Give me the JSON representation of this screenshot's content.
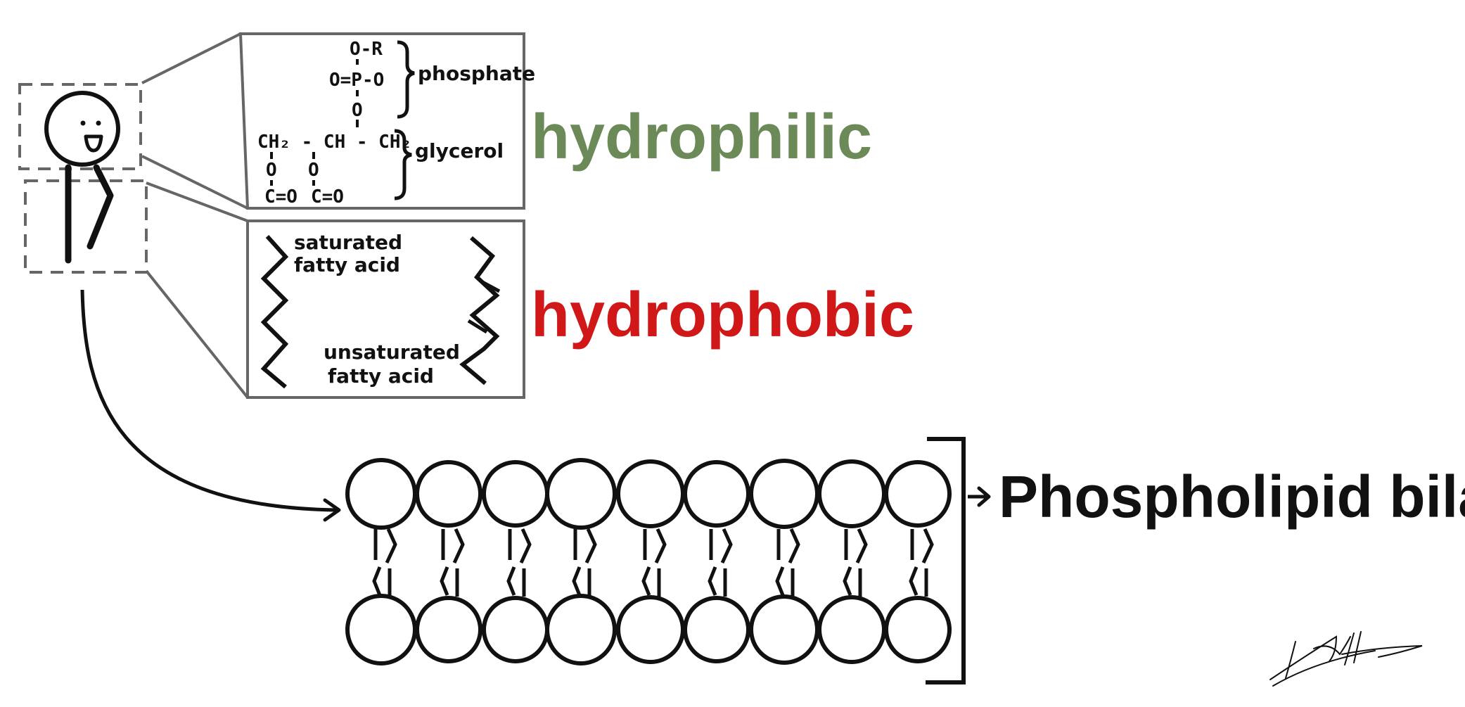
{
  "labels": {
    "phosphate": "phosphate",
    "glycerol": "glycerol",
    "saturated": [
      "saturated",
      "fatty acid"
    ],
    "unsaturated": [
      "unsaturated",
      "fatty acid"
    ],
    "hydrophilic": "hydrophilic",
    "hydrophobic": "hydrophobic",
    "bilayer": "Phospholipid bilayer"
  },
  "chemistry": {
    "or_group": "O-R",
    "phosphate_center": "O=P-O",
    "ester_o": "O",
    "glycerol_backbone": "CH₂ - CH - CH₂",
    "ester_links": [
      "O",
      "O"
    ],
    "carbonyls": [
      "C=O",
      "C=O"
    ]
  },
  "colors": {
    "hydrophilic": "#6b8a58",
    "hydrophobic": "#d01818",
    "ink": "#111111",
    "frame": "#666666"
  },
  "bilayer": {
    "heads_per_leaflet": 9
  }
}
